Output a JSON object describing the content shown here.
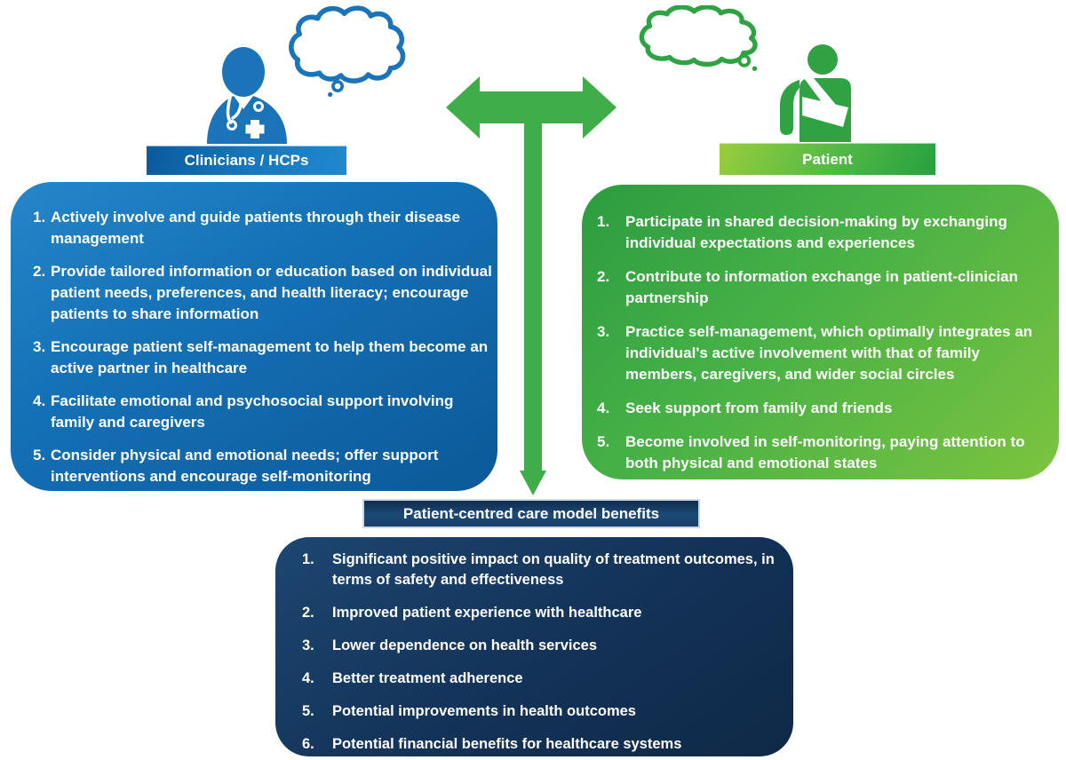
{
  "clinicians": {
    "header": "Clinicians / HCPs",
    "items": [
      "Actively involve and guide patients through their disease management",
      "Provide tailored information or education based on individual patient needs, preferences, and health literacy; encourage patients to share information",
      "Encourage patient self-management to help them become an active partner in healthcare",
      "Facilitate emotional and psychosocial support involving family and caregivers",
      "Consider physical and emotional needs; offer support interventions and encourage self-monitoring"
    ]
  },
  "patient": {
    "header": "Patient",
    "items": [
      "Participate in shared decision-making by exchanging individual expectations and experiences",
      "Contribute to information exchange in patient-clinician partnership",
      "Practice self-management, which optimally integrates an individual's active involvement with that of family members, caregivers, and wider social circles",
      "Seek support from family and friends",
      "Become involved in self-monitoring, paying attention to both physical and emotional states"
    ]
  },
  "benefits": {
    "header": "Patient-centred care model benefits",
    "items": [
      "Significant positive impact on quality of treatment outcomes, in terms of safety and effectiveness",
      "Improved patient experience with healthcare",
      "Lower dependence on health services",
      "Better treatment adherence",
      "Potential improvements in health outcomes",
      "Potential financial benefits for healthcare systems"
    ]
  },
  "icons": {
    "clinician": "clinician-doctor-icon",
    "patient": "patient-arm-sling-icon",
    "clinician_thought_bubble": "thought-bubble-icon",
    "patient_thought_bubble": "thought-bubble-icon",
    "exchange_arrow": "double-headed-arrow-icon"
  },
  "colors": {
    "clinician_blue": "#1B74B8",
    "clinician_box_dark": "#0B5998",
    "patient_green": "#2FA344",
    "patient_box_lime": "#7CC43F",
    "arrow_green": "#3FAE49",
    "benefits_navy": "#12305A",
    "text_white": "#FFFFFF"
  }
}
